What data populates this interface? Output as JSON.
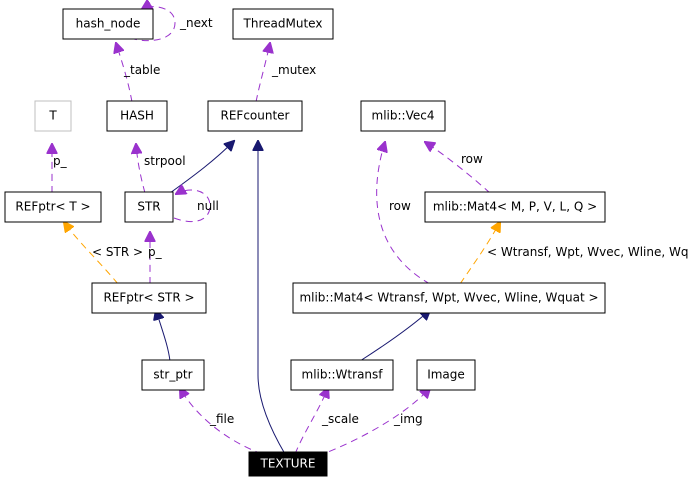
{
  "nodes": {
    "hash_node": "hash_node",
    "ThreadMutex": "ThreadMutex",
    "T": "T",
    "HASH": "HASH",
    "REFcounter": "REFcounter",
    "mlib_Vec4": "mlib::Vec4",
    "REFptr_T": "REFptr< T >",
    "STR": "STR",
    "mlib_Mat4_MPVLQ": "mlib::Mat4< M, P, V, L, Q >",
    "REFptr_STR": "REFptr< STR >",
    "mlib_Mat4_Wtransf": "mlib::Mat4< Wtransf, Wpt, Wvec, Wline, Wquat >",
    "str_ptr": "str_ptr",
    "mlib_Wtransf": "mlib::Wtransf",
    "Image": "Image",
    "TEXTURE": "TEXTURE"
  },
  "edge_labels": {
    "next": "_next",
    "table": "_table",
    "mutex": "_mutex",
    "p_T": "p_",
    "strpool": "strpool",
    "null": "null",
    "row_left": "row",
    "row_right": "row",
    "tmpl_STR": "< STR >",
    "p_STR": "p_",
    "tmpl_Wtransf": "< Wtransf, Wpt, Wvec, Wline, Wquat >",
    "file": "_file",
    "scale": "_scale",
    "img": "_img"
  },
  "colors": {
    "inheritance": "#191970",
    "usage": "#9a32cd",
    "template": "#ffa500",
    "grey_node": "#bfbfbf",
    "highlight_node": "#000000"
  }
}
